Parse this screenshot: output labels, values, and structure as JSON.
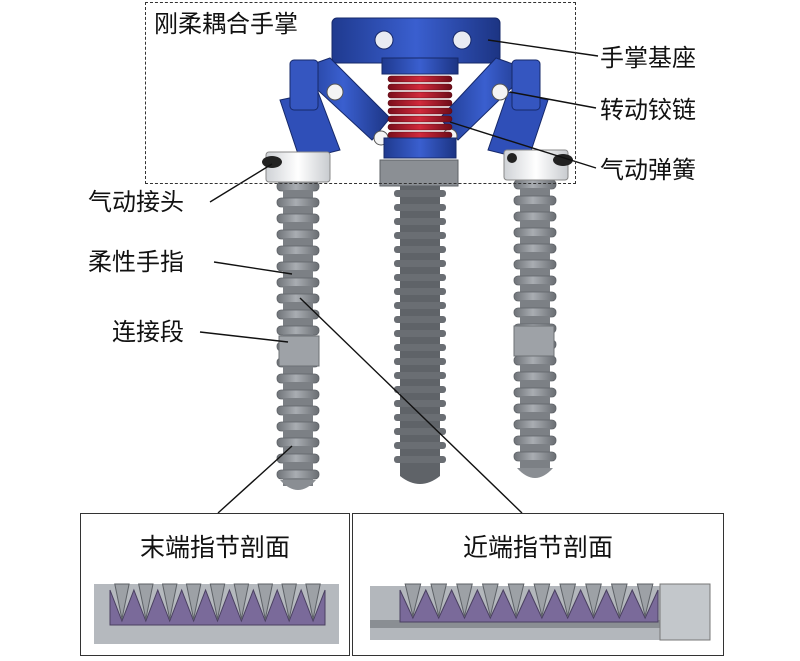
{
  "group_label": "刚柔耦合手掌",
  "callouts": {
    "palm_base": "手掌基座",
    "rotary_hinge": "转动铰链",
    "pneumatic_spring": "气动弹簧",
    "pneumatic_connector": "气动接头",
    "flexible_finger": "柔性手指",
    "connecting_segment": "连接段"
  },
  "panels": {
    "distal": "末端指节剖面",
    "proximal": "近端指节剖面"
  },
  "colors": {
    "palm_blue": "#2b4bb0",
    "spring_red": "#b0182a",
    "finger_gray": "#8f9398",
    "cavity_purple": "#7a6a9a"
  }
}
